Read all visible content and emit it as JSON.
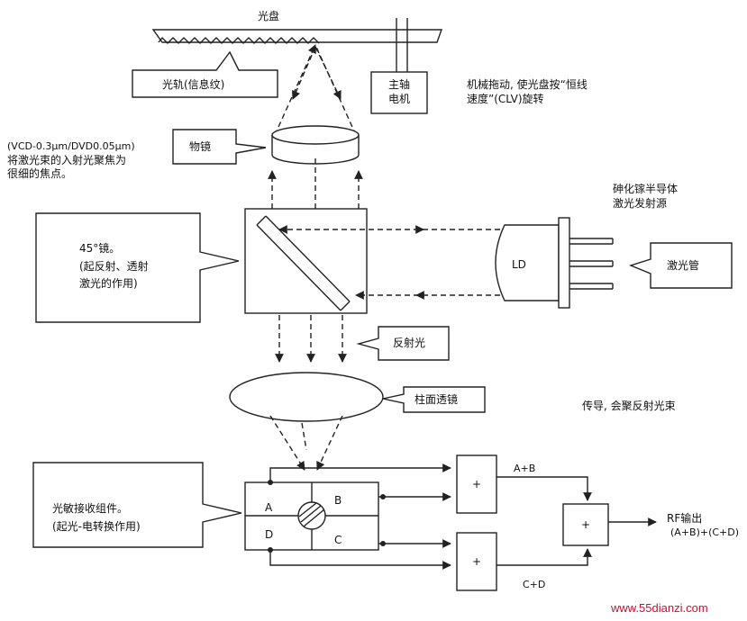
{
  "labels": {
    "disc": "光盘",
    "track": "光轨(信息纹)",
    "spindle_line1": "主轴",
    "spindle_line2": "电机",
    "mech_note_line1": "机械拖动, 使光盘按“恒线",
    "mech_note_line2": "速度”(CLV)旋转",
    "objective": "物镜",
    "focus_note_line1": "(VCD-0.3μm/DVD0.05μm)",
    "focus_note_line2": "将激光束的入射光聚焦为",
    "focus_note_line3": "很细的焦点。",
    "source_note_line1": "砷化镓半导体",
    "source_note_line2": "激光发射源",
    "ld": "LD",
    "laser_tube": "激光管",
    "mirror_note_line1": "45°镜。",
    "mirror_note_line2": "(起反射、透射",
    "mirror_note_line3": "激光的作用)",
    "reflected": "反射光",
    "cyl_lens": "柱面透镜",
    "conduct_note": "传导, 会聚反射光束",
    "detector_note_line1": "光敏接收组件。",
    "detector_note_line2": "(起光-电转换作用)",
    "cell_a": "A",
    "cell_b": "B",
    "cell_c": "C",
    "cell_d": "D",
    "adder1": "+",
    "adder2": "+",
    "adder3": "+",
    "sum_ab": "A+B",
    "sum_cd": "C+D",
    "rf_out_line1": "RF输出",
    "rf_out_line2": "(A+B)+(C+D)",
    "watermark": "www.55dianzi.com"
  },
  "colors": {
    "line": "#222222",
    "background": "#ffffff",
    "watermark": "#c8102e"
  }
}
